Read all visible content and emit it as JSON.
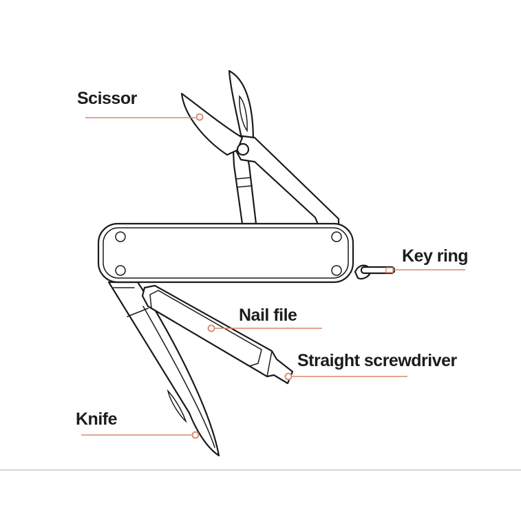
{
  "diagram": {
    "subject": "multi-tool pocket knife",
    "accent_color": "#d9856a",
    "outline_color": "#1a1a1a",
    "labels": [
      {
        "id": "scissor",
        "text": "Scissor"
      },
      {
        "id": "key_ring",
        "text": "Key ring"
      },
      {
        "id": "nail_file",
        "text": "Nail file"
      },
      {
        "id": "screwdriver",
        "text": "Straight screwdriver"
      },
      {
        "id": "knife",
        "text": "Knife"
      }
    ]
  }
}
